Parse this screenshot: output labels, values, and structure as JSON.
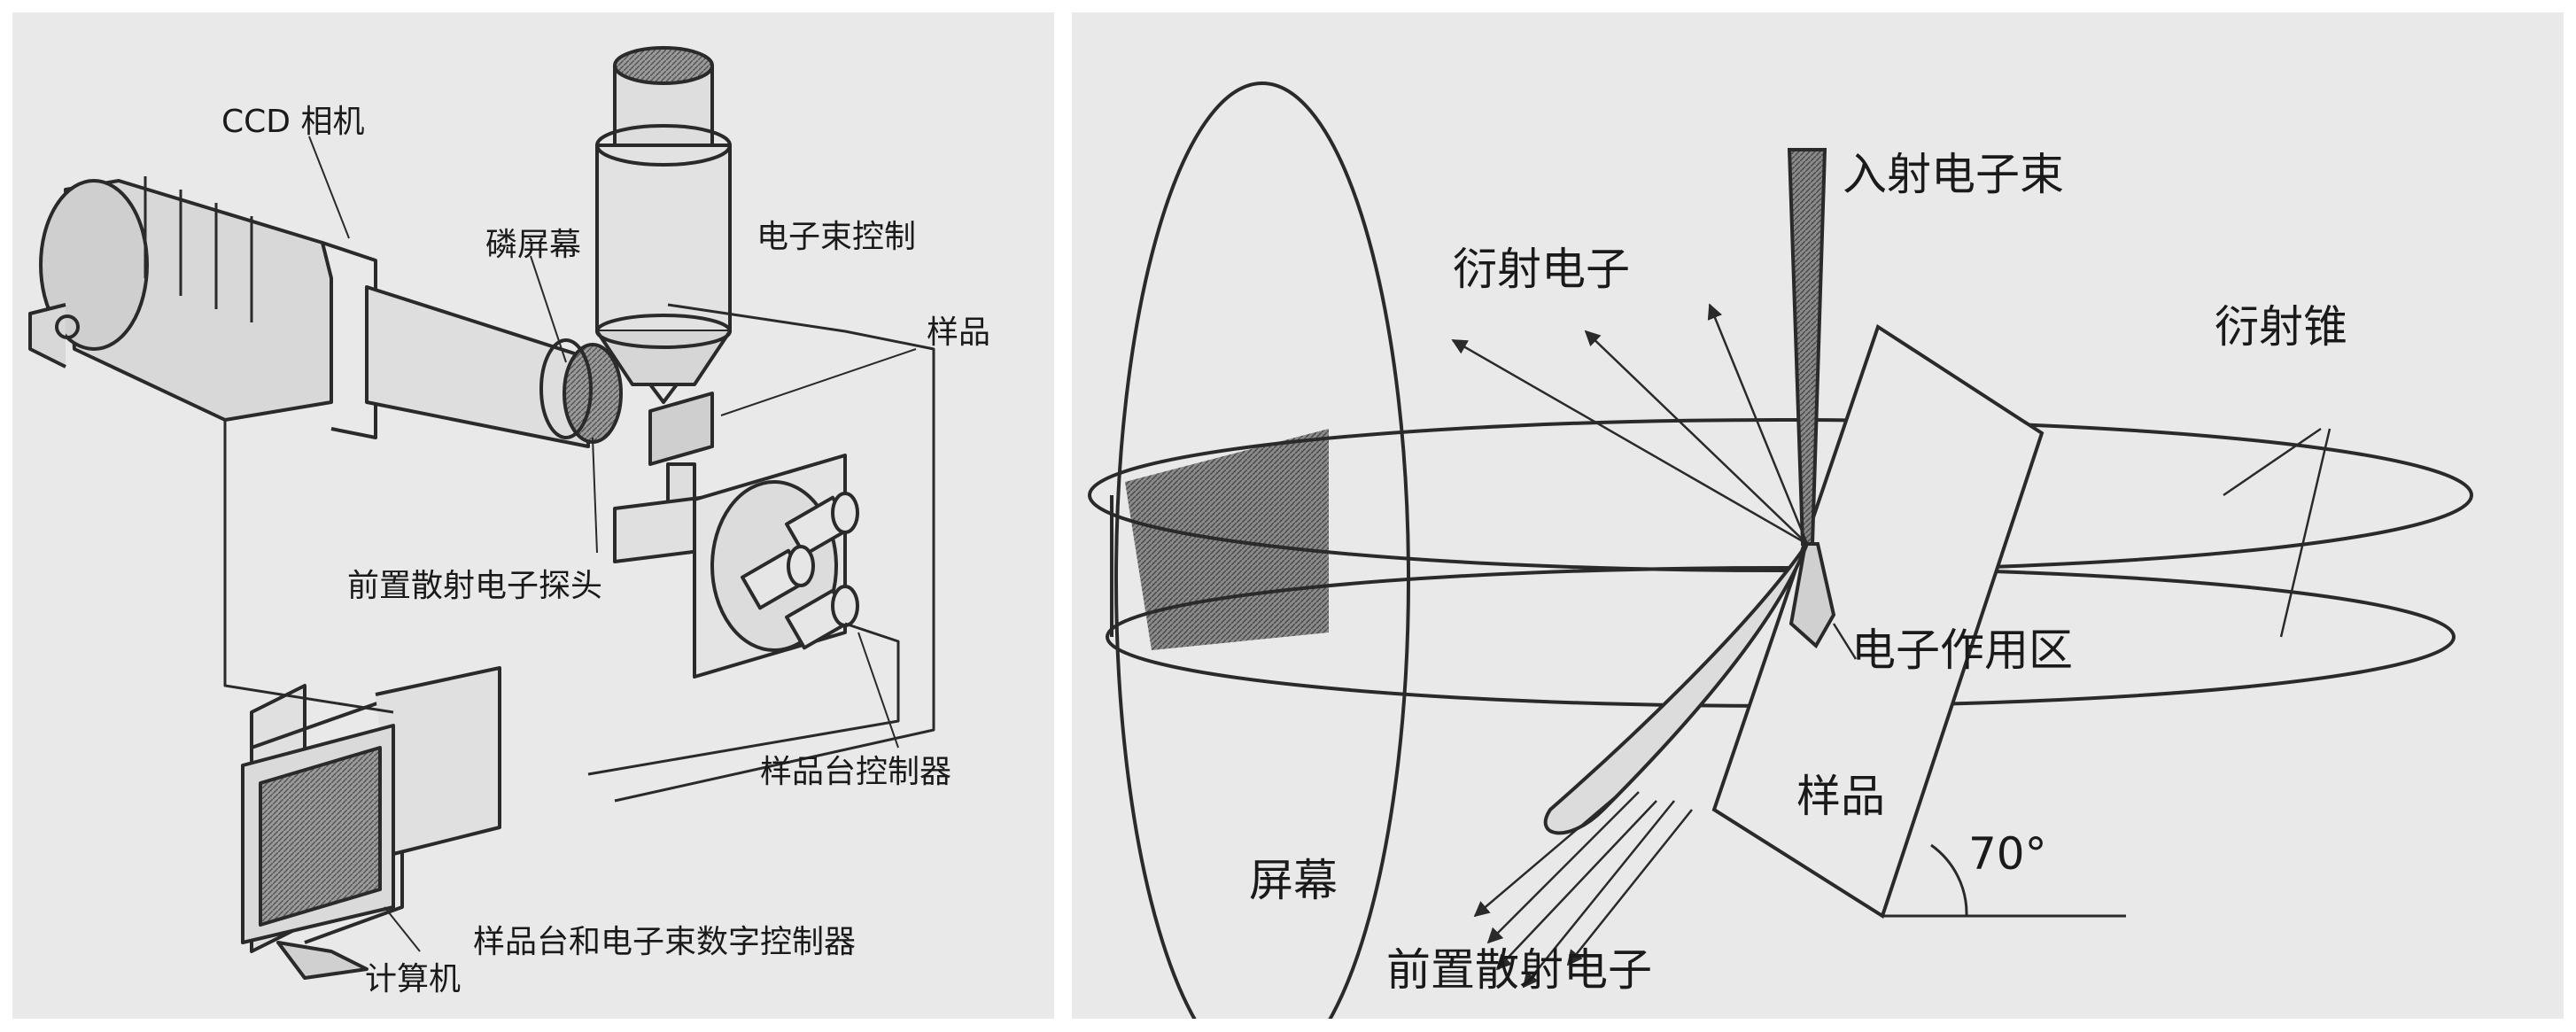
{
  "left_diagram": {
    "labels": {
      "ccd_camera": "CCD 相机",
      "phosphor_screen": "磷屏幕",
      "beam_control": "电子束控制",
      "sample": "样品",
      "forward_scatter_detector": "前置散射电子探头",
      "stage_controller": "样品台控制器",
      "digital_controller": "样品台和电子束数字控制器",
      "computer": "计算机"
    }
  },
  "right_diagram": {
    "labels": {
      "incident_beam": "入射电子束",
      "diffracted_electrons": "衍射电子",
      "diffraction_cone": "衍射锥",
      "interaction_zone": "电子作用区",
      "sample": "样品",
      "tilt_angle": "70°",
      "screen": "屏幕",
      "forward_scattered_electrons": "前置散射电子"
    }
  },
  "colors": {
    "panel_bg": "#e9e9e9",
    "line": "#2a2a2a",
    "hatch_fill": "#8a8a8a"
  }
}
